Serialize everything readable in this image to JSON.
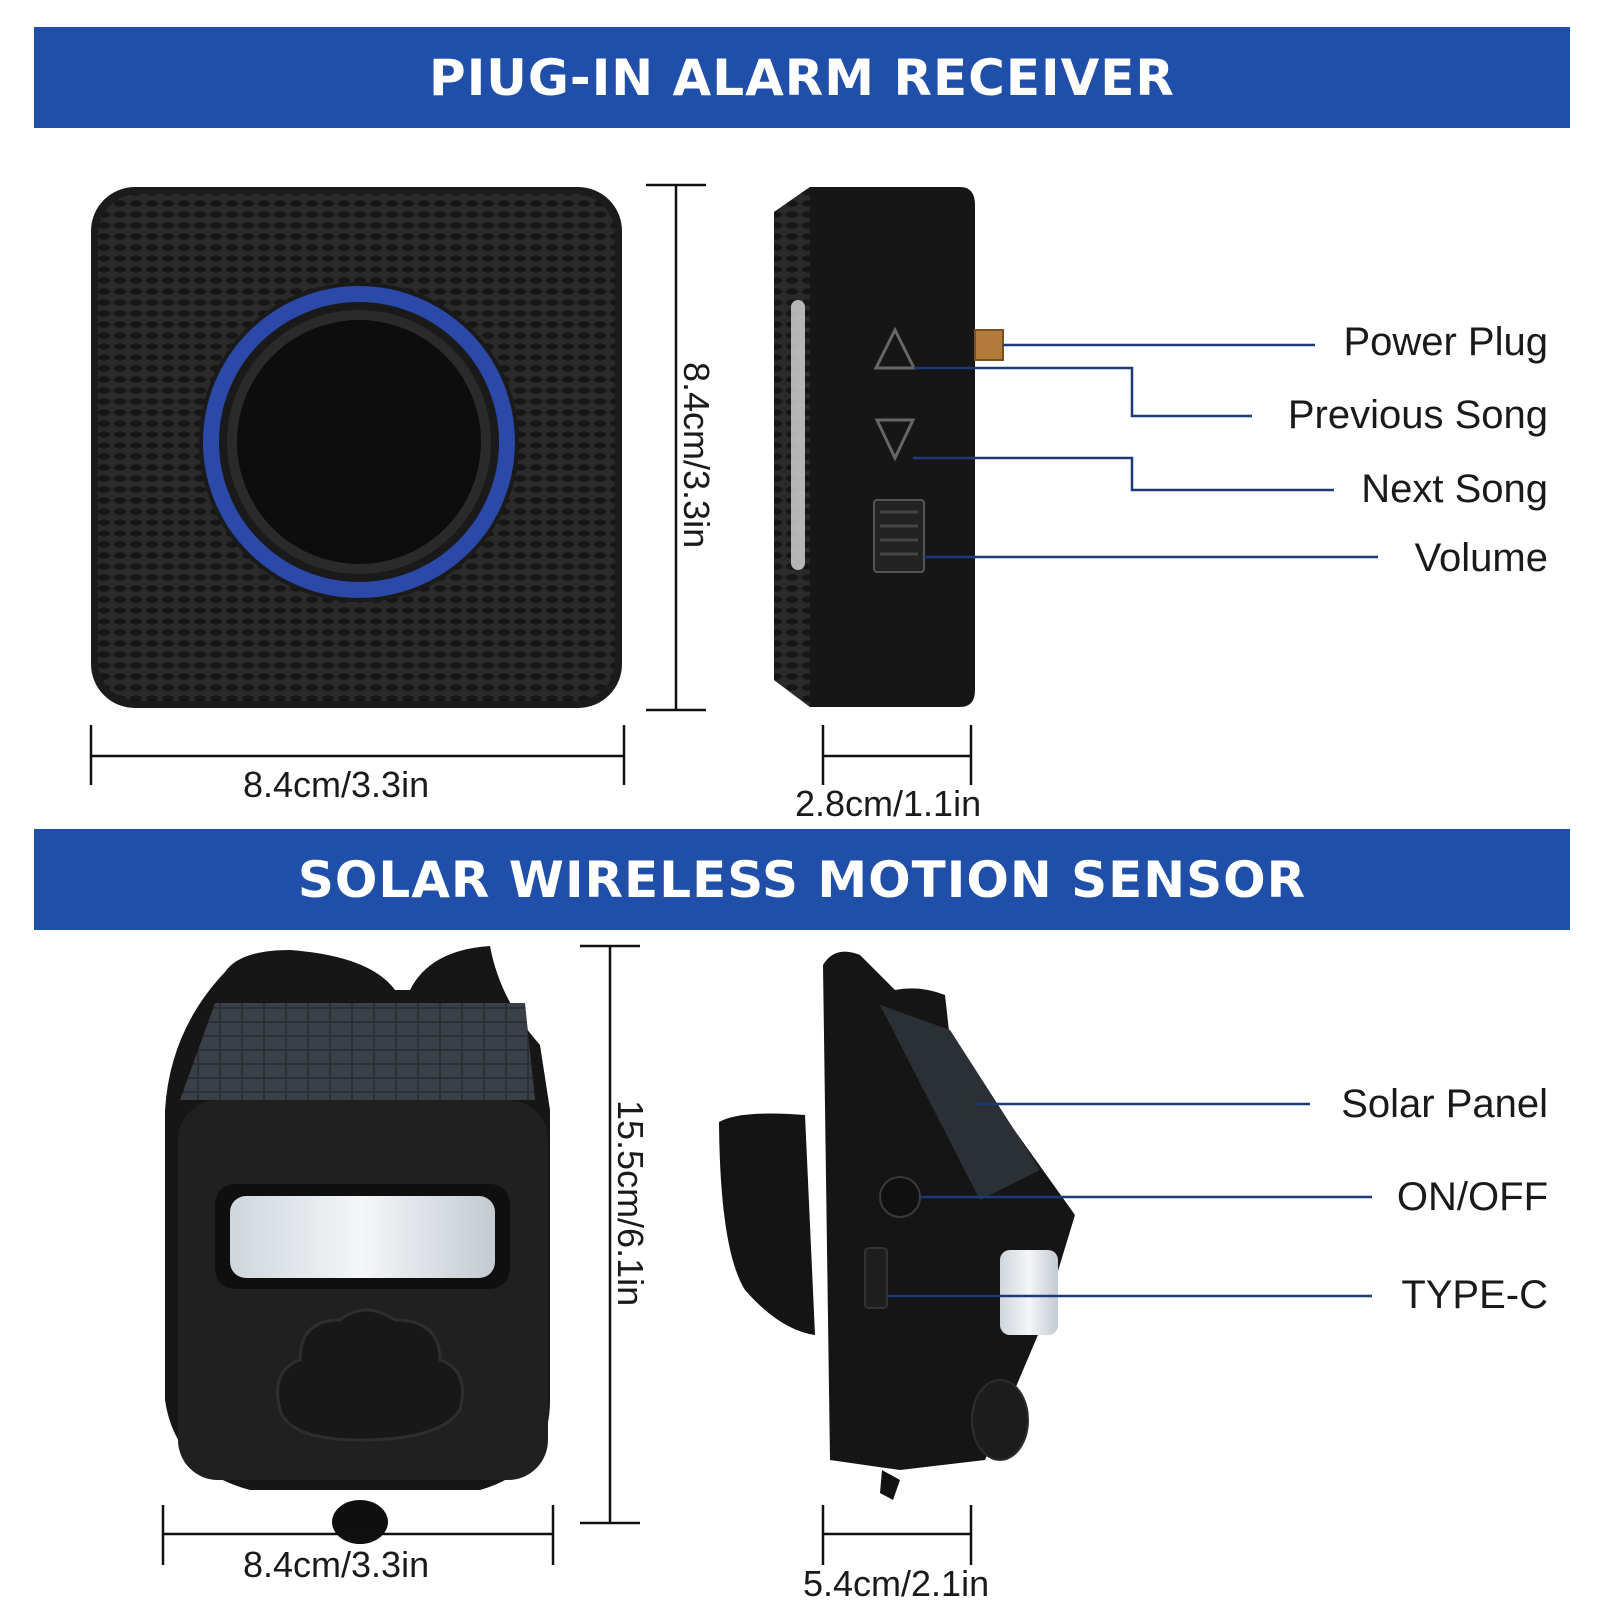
{
  "banners": {
    "receiver": "PIUG-IN ALARM RECEIVER",
    "sensor": "SOLAR WIRELESS MOTION SENSOR"
  },
  "receiver": {
    "height_dimension": "8.4cm/3.3in",
    "width_dimension": "8.4cm/3.3in",
    "depth_dimension": "2.8cm/1.1in",
    "callouts": [
      "Power Plug",
      "Previous Song",
      "Next Song",
      "Volume"
    ]
  },
  "sensor": {
    "height_dimension": "15.5cm/6.1in",
    "width_dimension": "8.4cm/3.3in",
    "depth_dimension": "5.4cm/2.1in",
    "callouts": [
      "Solar Panel",
      "ON/OFF",
      "TYPE-C"
    ]
  },
  "colors": {
    "banner": "#1f4fa8",
    "leader_line": "#1c3a7a",
    "led_ring": "#2c4fb8"
  }
}
